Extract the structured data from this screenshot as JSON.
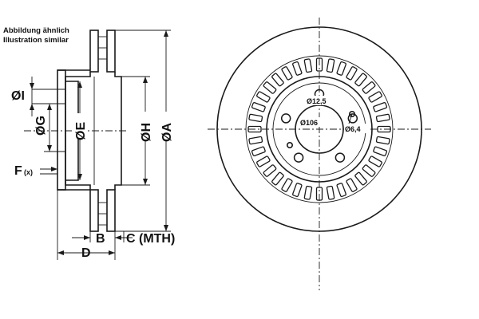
{
  "notes": {
    "line1": "Abbildung ähnlich",
    "line2": "Illustration similar"
  },
  "side_view": {
    "labels": {
      "I": "ØI",
      "G": "ØG",
      "E": "ØE",
      "H": "ØH",
      "A": "ØA",
      "F": "F",
      "F_suffix": "(x)",
      "B": "B",
      "C": "C (MTH)",
      "D": "D"
    }
  },
  "front_view": {
    "labels": {
      "bolt_hole": "Ø12,5",
      "center_bore": "Ø106",
      "small_hole": "Ø6,4"
    },
    "vent_count": 36,
    "bolt_count": 5
  }
}
